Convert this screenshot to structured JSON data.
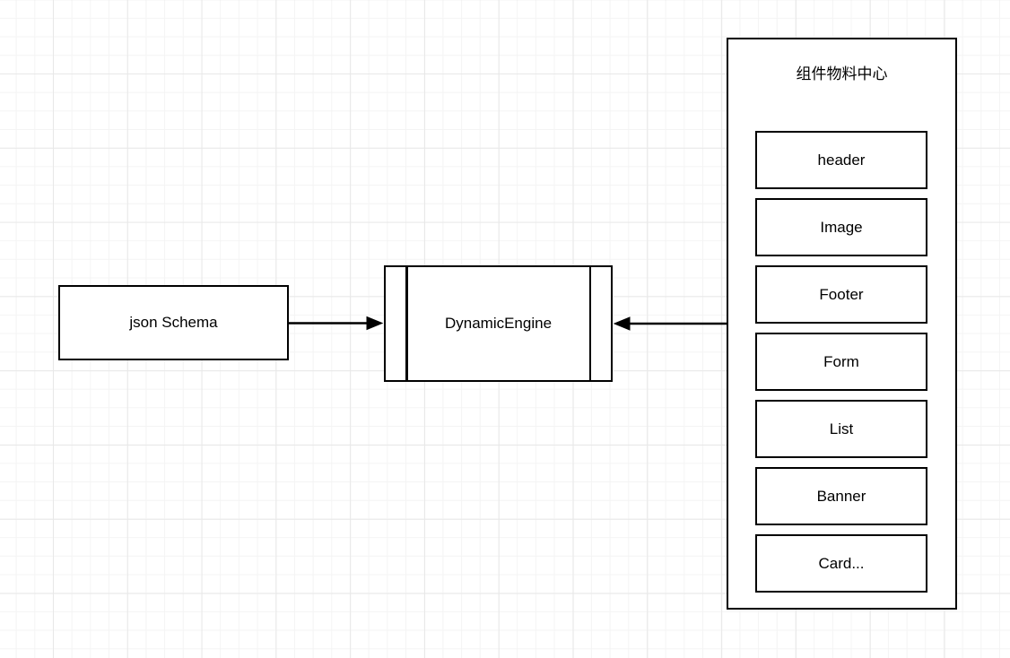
{
  "diagram": {
    "nodes": {
      "json_schema": {
        "label": "json Schema"
      },
      "dynamic_engine": {
        "label": "DynamicEngine",
        "shape": "process"
      },
      "material_center": {
        "title": "组件物料中心",
        "items": [
          "header",
          "Image",
          "Footer",
          "Form",
          "List",
          "Banner",
          "Card..."
        ]
      }
    },
    "edges": [
      {
        "from": "json_schema",
        "to": "dynamic_engine",
        "direction": "right"
      },
      {
        "from": "material_center",
        "to": "dynamic_engine",
        "direction": "left"
      }
    ]
  },
  "colors": {
    "stroke": "#000000",
    "fill": "#ffffff",
    "canvas_bg": "#ffffff",
    "grid_minor": "#f4f4f4",
    "grid_major": "#e8e8e8"
  }
}
